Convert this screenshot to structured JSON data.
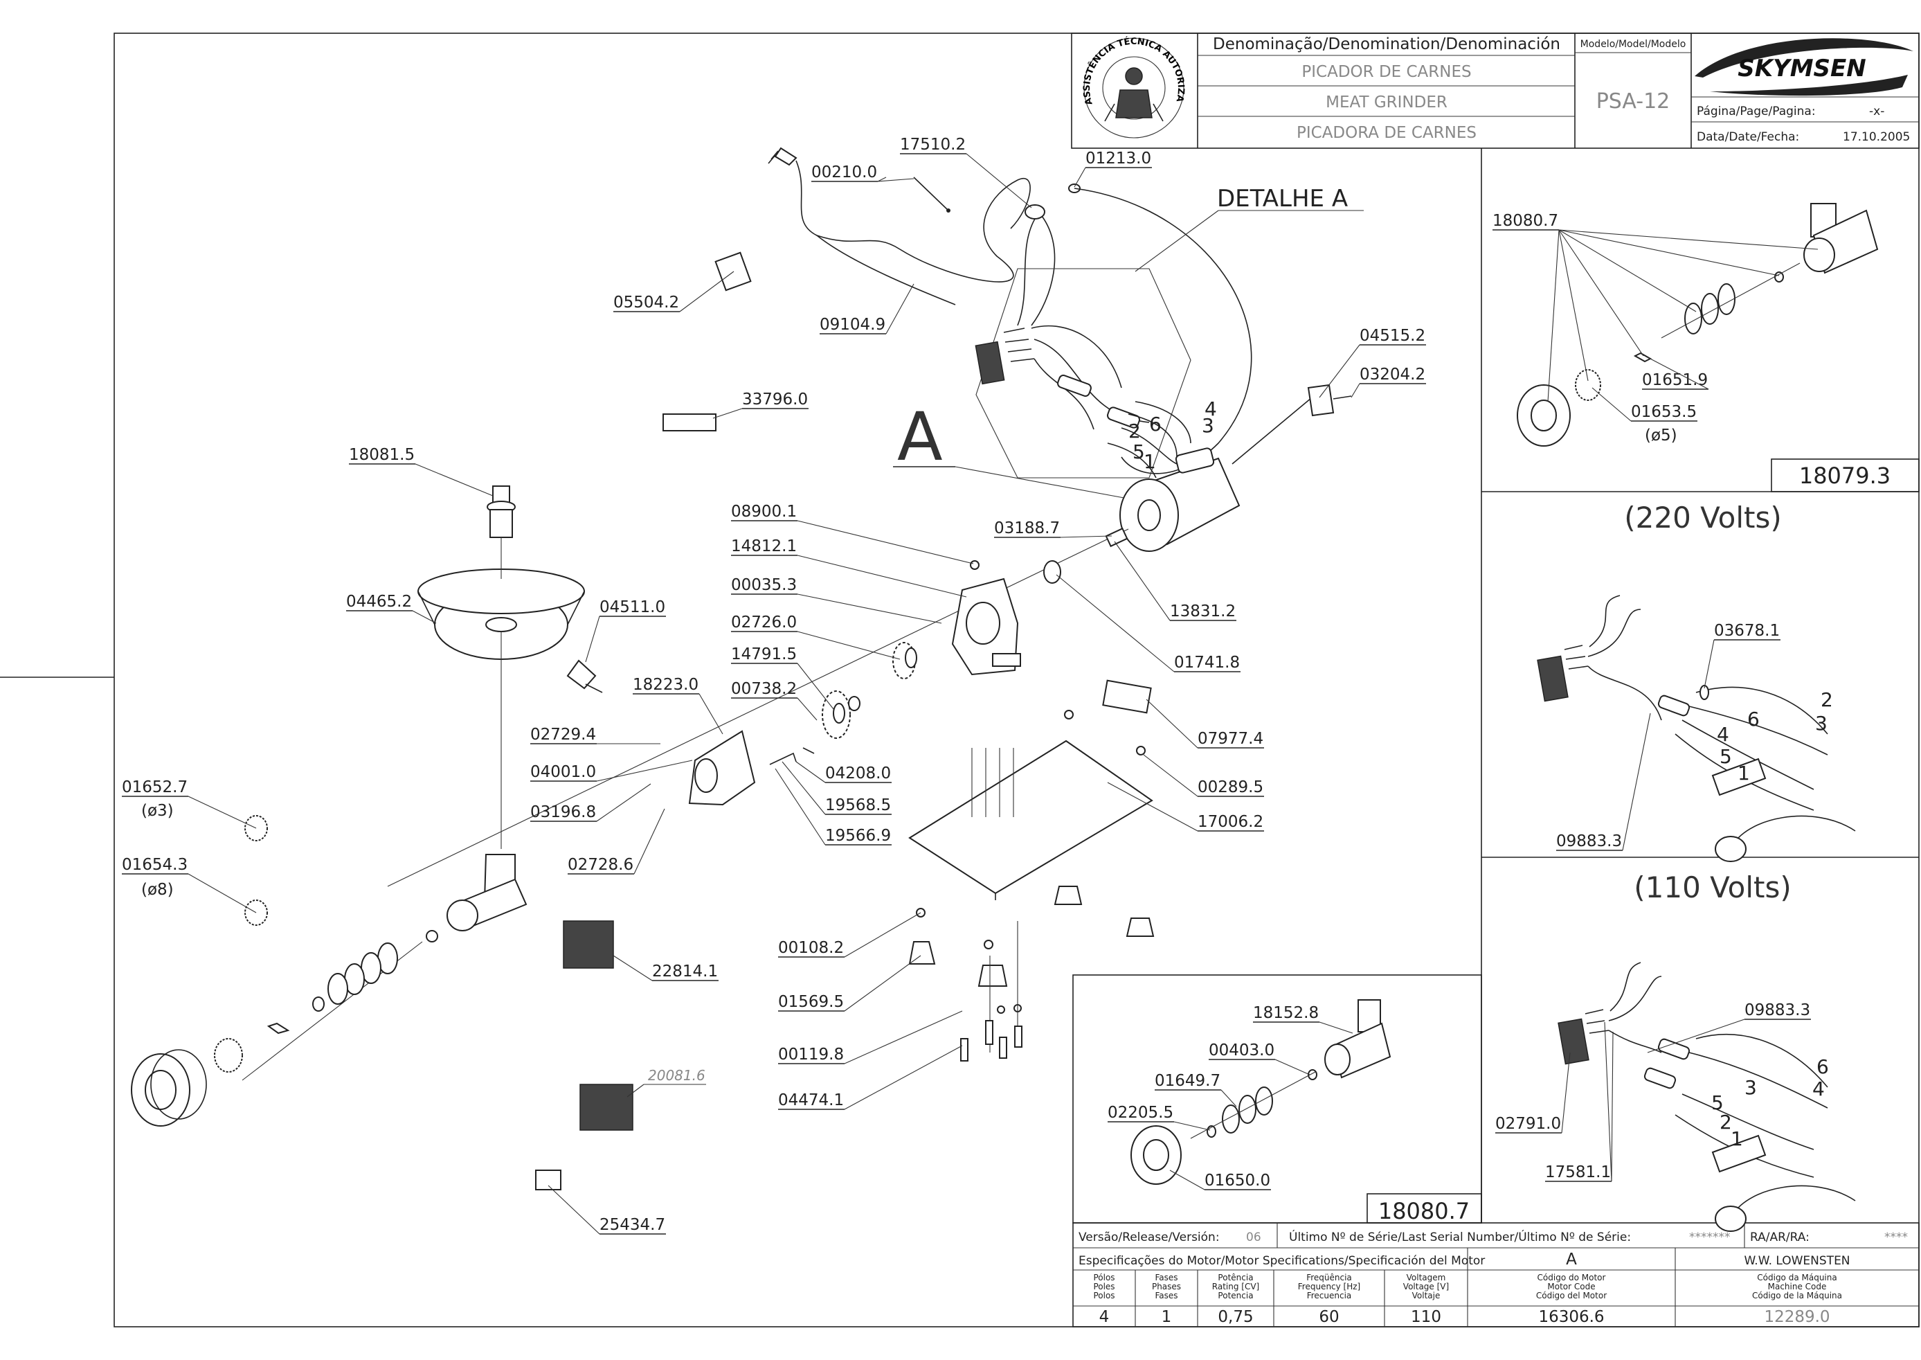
{
  "title_block": {
    "denomination_header": "Denominação/Denomination/Denominación",
    "model_header": "Modelo/Model/Modelo",
    "name_pt": "PICADOR DE CARNES",
    "name_en": "MEAT GRINDER",
    "name_es": "PICADORA DE CARNES",
    "model": "PSA-12",
    "brand": "SKYMSEN",
    "page_label": "Página/Page/Pagina:",
    "page_value": "-x-",
    "date_label": "Data/Date/Fecha:",
    "date_value": "17.10.2005",
    "seal_text": "ASSISTÊNCIA TÉCNICA AUTORIZADA"
  },
  "main_diagram": {
    "detail_title": "DETALHE A",
    "detail_letter": "A",
    "wire_numbers": [
      "4",
      "3",
      "2",
      "6",
      "5",
      "1"
    ],
    "labels": {
      "p17510_2": "17510.2",
      "p01213_0": "01213.0",
      "p00210_0": "00210.0",
      "p05504_2": "05504.2",
      "p09104_9": "09104.9",
      "p04515_2": "04515.2",
      "p03204_2": "03204.2",
      "p33796_0": "33796.0",
      "p18081_5": "18081.5",
      "p08900_1": "08900.1",
      "p03188_7": "03188.7",
      "p14812_1": "14812.1",
      "p00035_3": "00035.3",
      "p13831_2": "13831.2",
      "p04465_2": "04465.2",
      "p04511_0": "04511.0",
      "p02726_0": "02726.0",
      "p01741_8": "01741.8",
      "p14791_5": "14791.5",
      "p18223_0": "18223.0",
      "p00738_2": "00738.2",
      "p07977_4": "07977.4",
      "p02729_4": "02729.4",
      "p04001_0": "04001.0",
      "p04208_0": "04208.0",
      "p00289_5": "00289.5",
      "p01652_7": "01652.7",
      "p01652_7_size": "(ø3)",
      "p03196_8": "03196.8",
      "p19568_5": "19568.5",
      "p17006_2": "17006.2",
      "p19566_9": "19566.9",
      "p02728_6": "02728.6",
      "p01654_3": "01654.3",
      "p01654_3_size": "(ø8)",
      "p00108_2": "00108.2",
      "p22814_1": "22814.1",
      "p01569_5": "01569.5",
      "p00119_8": "00119.8",
      "p20081_6": "20081.6",
      "p04474_1": "04474.1",
      "p25434_7": "25434.7"
    }
  },
  "panel_18079": {
    "code": "18079.3",
    "labels": {
      "p18080_7": "18080.7",
      "p01651_9": "01651.9",
      "p01653_5": "01653.5",
      "p01653_5_size": "(ø5)"
    }
  },
  "panel_220": {
    "title": "(220 Volts)",
    "labels": {
      "p03678_1": "03678.1",
      "p09883_3": "09883.3"
    },
    "wire_numbers": [
      "2",
      "6",
      "3",
      "4",
      "5",
      "1"
    ]
  },
  "panel_110": {
    "title": "(110 Volts)",
    "labels": {
      "p09883_3": "09883.3",
      "p02791_0": "02791.0",
      "p17581_1": "17581.1"
    },
    "wire_numbers": [
      "6",
      "3",
      "4",
      "5",
      "2",
      "1"
    ]
  },
  "panel_18080": {
    "code": "18080.7",
    "labels": {
      "p18152_8": "18152.8",
      "p00403_0": "00403.0",
      "p01649_7": "01649.7",
      "p02205_5": "02205.5",
      "p01650_0": "01650.0"
    }
  },
  "footer": {
    "release_label": "Versão/Release/Versión:",
    "release_value": "06",
    "serial_label": "Último Nº de Série/Last Serial Number/Último Nº de Série:",
    "serial_value": "*******",
    "ra_label": "RA/AR/RA:",
    "ra_value": "****",
    "motor_spec_label": "Especificações do Motor/Motor Specifications/Specificación del Motor",
    "motor_letter": "A",
    "engineer": "W.W. LOWENSTEN",
    "columns": [
      {
        "header": [
          "Pólos",
          "Poles",
          "Polos"
        ],
        "value": "4"
      },
      {
        "header": [
          "Fases",
          "Phases",
          "Fases"
        ],
        "value": "1"
      },
      {
        "header": [
          "Potência",
          "Rating [CV]",
          "Potencia"
        ],
        "value": "0,75"
      },
      {
        "header": [
          "Freqüência",
          "Frequency [Hz]",
          "Frecuencia"
        ],
        "value": "60"
      },
      {
        "header": [
          "Voltagem",
          "Voltage [V]",
          "Voltaje"
        ],
        "value": "110"
      },
      {
        "header": [
          "Código do Motor",
          "Motor Code",
          "Código del Motor"
        ],
        "value": "16306.6"
      },
      {
        "header": [
          "Código da Máquina",
          "Machine Code",
          "Código de la Máquina"
        ],
        "value": "12289.0"
      }
    ]
  }
}
